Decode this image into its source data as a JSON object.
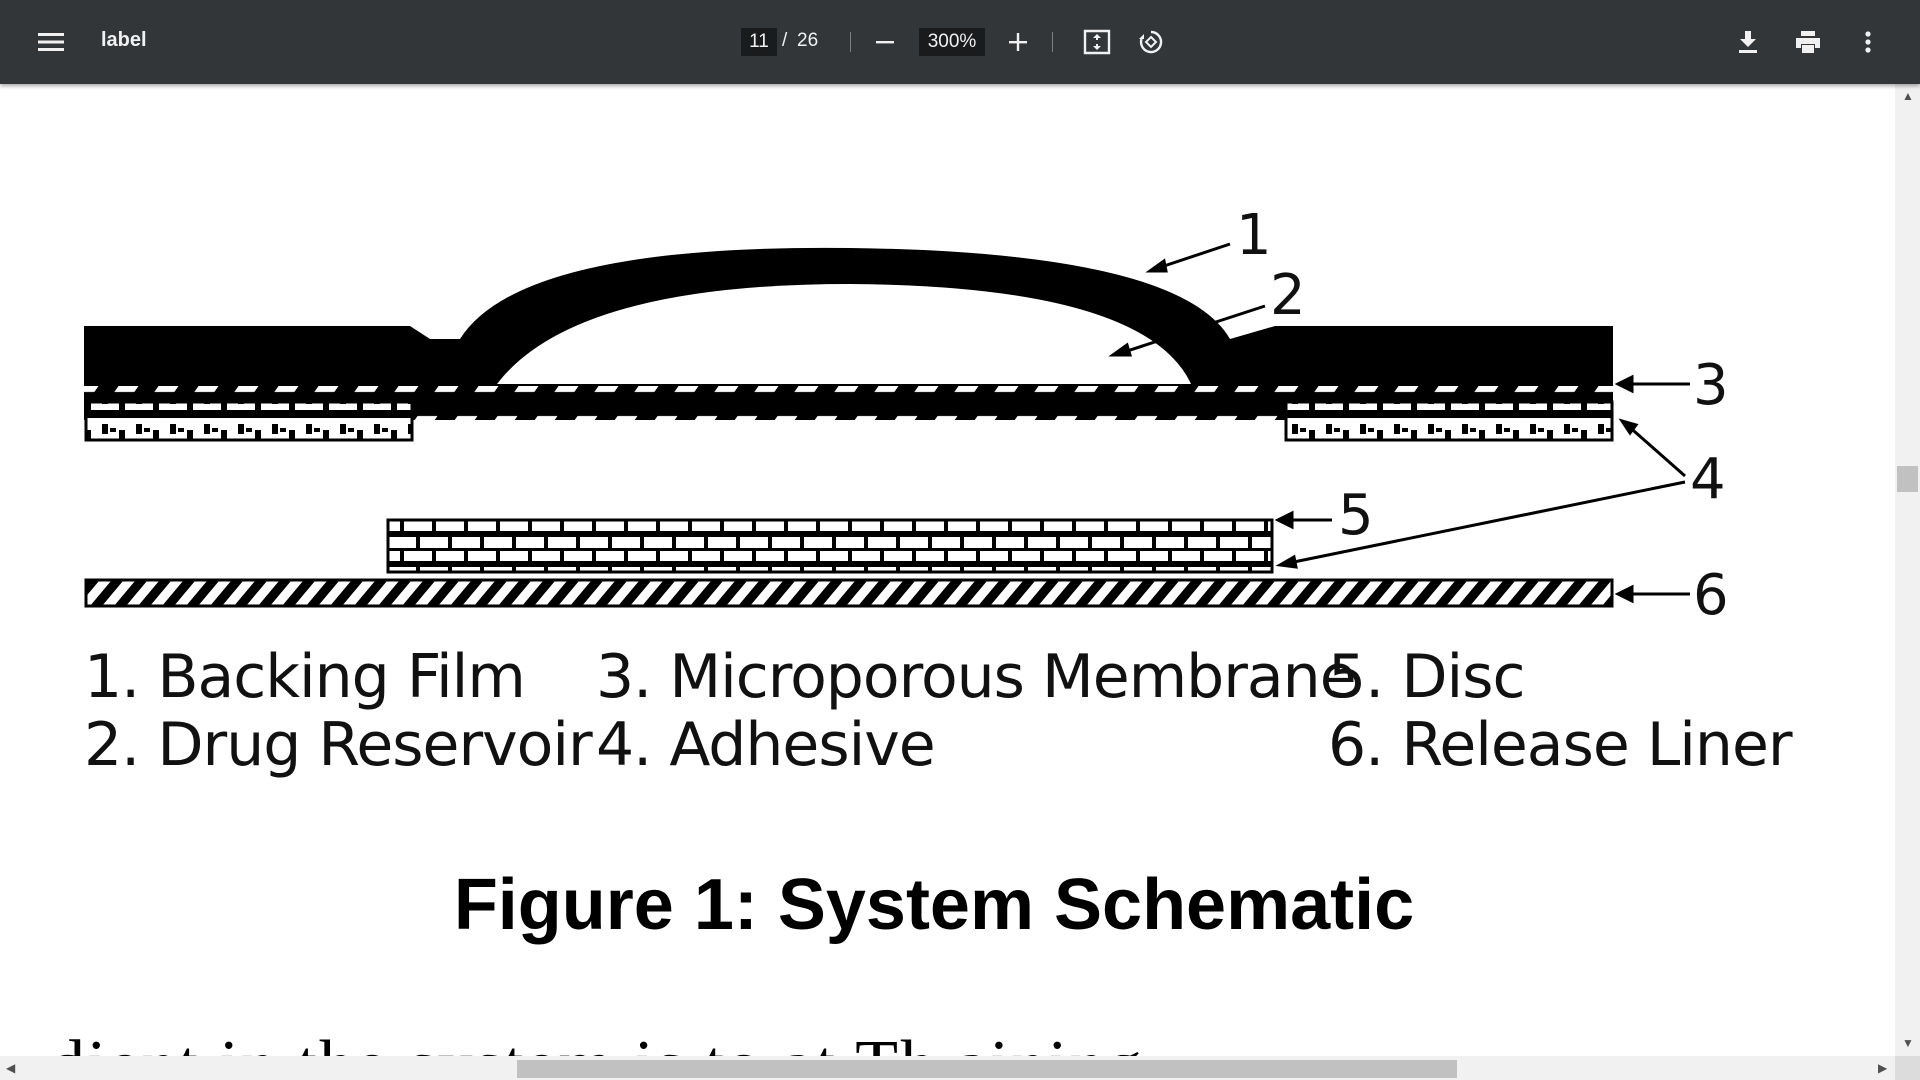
{
  "toolbar": {
    "menu_icon": "hamburger-menu-icon",
    "title": "label",
    "page_current": "11",
    "page_separator": "/",
    "page_total": "26",
    "zoom_value": "300%",
    "zoom_out_icon": "minus-icon",
    "zoom_in_icon": "plus-icon",
    "fit_icon": "fit-to-page-icon",
    "rotate_icon": "rotate-counterclockwise-icon",
    "download_icon": "download-icon",
    "print_icon": "print-icon",
    "more_icon": "more-vertical-icon"
  },
  "figure": {
    "callouts": [
      "1",
      "2",
      "3",
      "4",
      "5",
      "6"
    ],
    "legend": {
      "col1": [
        "1. Backing Film",
        "2. Drug Reservoir"
      ],
      "col2": [
        "3. Microporous Membrane",
        "4. Adhesive"
      ],
      "col3": [
        "5. Disc",
        "6. Release Liner"
      ]
    },
    "caption": "Figure 1: System Schematic"
  },
  "body_text_partial": "dient in the system is to at                Th        aining"
}
